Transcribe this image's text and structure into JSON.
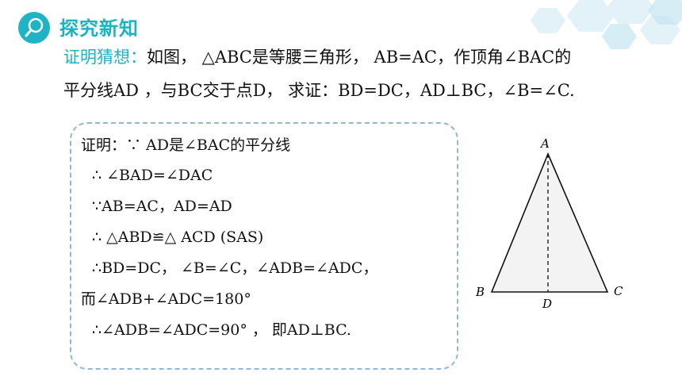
{
  "header": {
    "title": "探究新知",
    "icon": "magnifier-icon",
    "accent_color": "#19b3c3"
  },
  "conjecture": {
    "label": "证明猜想：",
    "line1": "如图， △ABC是等腰三角形， AB=AC，作顶角∠BAC的",
    "line2": "平分线AD ，与BC交于点D， 求证：BD=DC，AD⊥BC，∠B=∠C."
  },
  "proof": {
    "lines": [
      "证明：∵ AD是∠BAC的平分线",
      "∴ ∠BAD=∠DAC",
      "∵AB=AC，AD=AD",
      "∴ △ABD≌△ ACD   (SAS)",
      "∴BD=DC，  ∠B=∠C，∠ADB=∠ADC，",
      "而∠ADB+∠ADC=180°",
      "∴∠ADB=∠ADC=90° ，  即AD⊥BC."
    ],
    "border_color": "#8db9d6"
  },
  "figure": {
    "point_a": "A",
    "point_b": "B",
    "point_c": "C",
    "point_d": "D",
    "fill_color": "#f3f3f3"
  }
}
